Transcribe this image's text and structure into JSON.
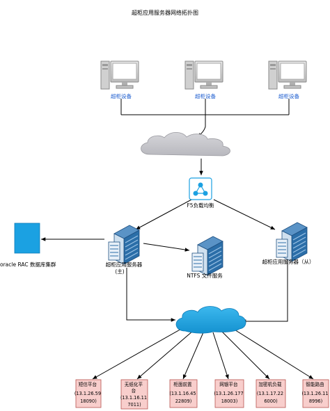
{
  "title": "超柜应用服务器网络拓扑图",
  "terminals": [
    {
      "label": "超柜设备"
    },
    {
      "label": "超柜设备"
    },
    {
      "label": "超柜设备"
    }
  ],
  "f5": {
    "label": "F5负载均衡",
    "icon": "load-balancer-icon"
  },
  "server_main": {
    "label_line1": "超柜应用服务器",
    "label_line2": "(主)"
  },
  "server_backup": {
    "label": "超柜应用服务器（从）"
  },
  "ntfs": {
    "label": "NTFS 文件服务"
  },
  "oracle": {
    "label": "oracle RAC 数据库集群"
  },
  "endpoints": [
    {
      "lines": [
        "短信平台",
        "(13.1.26.59",
        "18090)"
      ]
    },
    {
      "lines": [
        "无纸化平",
        "台",
        "(13.1.16.11",
        "7011)"
      ]
    },
    {
      "lines": [
        "柜面前置",
        "(13.1.16.45",
        "22809)"
      ]
    },
    {
      "lines": [
        "网银平台",
        "(13.1.26.177",
        "18003)"
      ]
    },
    {
      "lines": [
        "加密机负载",
        "(13.1.17.22",
        "6000)"
      ]
    },
    {
      "lines": [
        "智能路由",
        "(13.1.26.11",
        "8996)"
      ]
    }
  ],
  "colors": {
    "terminal_label": "#1f5fd0",
    "server_blue": "#2b6ea8",
    "server_light": "#cfe0ef",
    "cloud_gray": "#c8c8cc",
    "cloud_blue": "#1ba1e2",
    "oracle_blue": "#1ba1e2",
    "endpoint_fill": "#f8cecc",
    "endpoint_border": "#b85450",
    "line": "#000000"
  }
}
